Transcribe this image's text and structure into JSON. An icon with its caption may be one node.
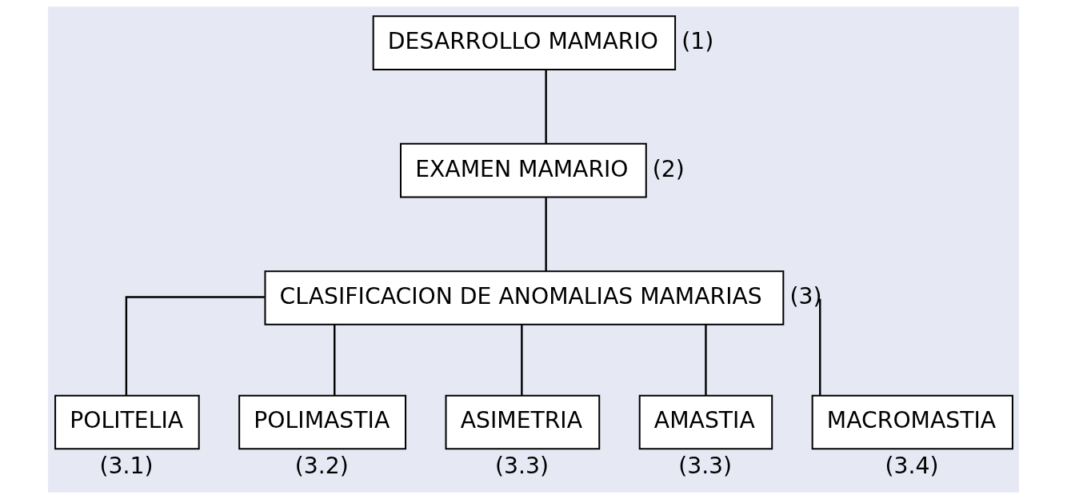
{
  "diagram": {
    "nodes": [
      {
        "text": [
          "DESARROLLO MAMARIO"
        ],
        "beside": [
          "(1)"
        ]
      },
      {
        "text": [
          "EXAMEN MAMARIO"
        ],
        "beside": [
          "(2)"
        ]
      },
      {
        "text": [
          "CLASIFICACION DE ANOMALIAS MAMARIAS"
        ],
        "beside": [
          "(3)"
        ]
      },
      {
        "text": [
          "POLITELIA"
        ],
        "beside": [
          "(3.1)"
        ]
      },
      {
        "text": [
          "POLIMASTIA"
        ],
        "beside": [
          "(3.2)"
        ]
      },
      {
        "text": [
          "ASIMETRIA"
        ],
        "beside": [
          "(3.3)"
        ]
      },
      {
        "text": [
          "AMASTIA"
        ],
        "beside": [
          "(3.3)"
        ]
      },
      {
        "text": [
          "MACROMASTIA"
        ],
        "beside": [
          "(3.4)"
        ]
      }
    ],
    "edges": [
      {
        "from": 0,
        "to": 1,
        "arrow": "none"
      },
      {
        "from": 1,
        "to": 2,
        "arrow": "none"
      },
      {
        "from": 2,
        "to": 3,
        "arrow": "none"
      },
      {
        "from": 2,
        "to": 4,
        "arrow": "none"
      },
      {
        "from": 2,
        "to": 5,
        "arrow": "none"
      },
      {
        "from": 2,
        "to": 6,
        "arrow": "none"
      },
      {
        "from": 2,
        "to": 7,
        "arrow": "none"
      }
    ]
  }
}
